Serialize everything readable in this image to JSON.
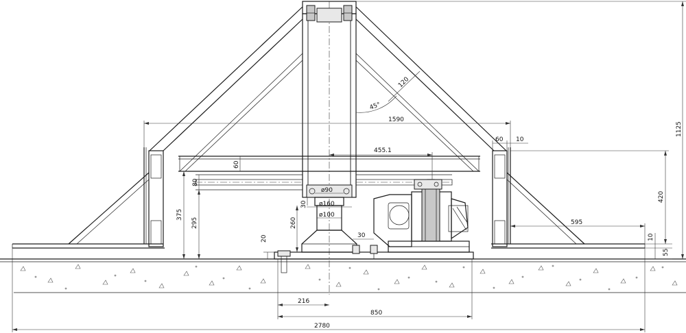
{
  "dimensions": {
    "d1590": "1590",
    "d1125": "1125",
    "d455": "455.1",
    "d60_top": "60",
    "d10_top": "10",
    "d60_arm": "60",
    "d80": "80",
    "d375": "375",
    "d295": "295",
    "d420": "420",
    "d595": "595",
    "d10_right": "10",
    "d55": "55",
    "d90": "ø90",
    "d160": "ø160",
    "d100": "ø100",
    "d30_col": "30",
    "d260": "260",
    "d20": "20",
    "d30_base": "30",
    "d216": "216",
    "d850": "850",
    "d2780": "2780",
    "d120": "120",
    "d45": "45°"
  }
}
